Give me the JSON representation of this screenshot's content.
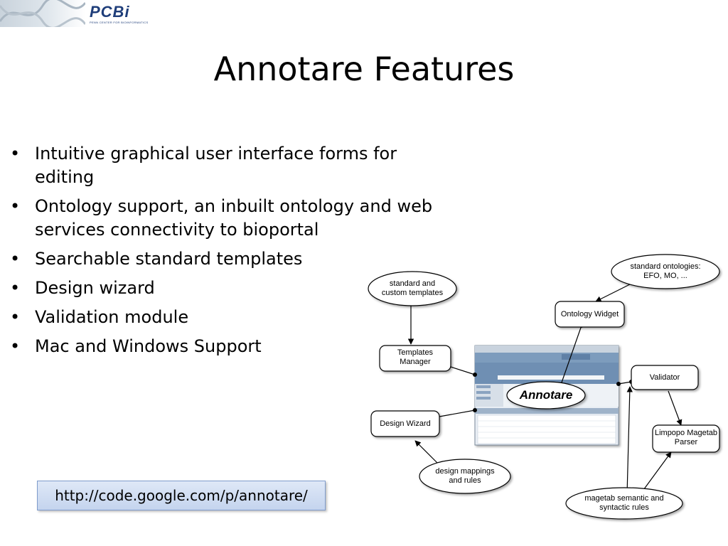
{
  "header": {
    "logo": "PCBi",
    "logo_subtitle": "PENN CENTER FOR BIOINFORMATICS"
  },
  "slide": {
    "title": "Annotare Features",
    "bullets": [
      "Intuitive graphical user interface forms for editing",
      "Ontology support, an inbuilt ontology and web services connectivity to bioportal",
      "Searchable standard templates",
      "Design wizard",
      "Validation module",
      "Mac and Windows Support"
    ],
    "link": "http://code.google.com/p/annotare/"
  },
  "diagram": {
    "center": "Annotare",
    "nodes": {
      "standard_templates": "standard and custom templates",
      "templates_manager": "Templates Manager",
      "design_wizard": "Design Wizard",
      "design_mappings": "design mappings and rules",
      "standard_ontologies": "standard ontologies: EFO, MO, ...",
      "ontology_widget": "Ontology Widget",
      "validator": "Validator",
      "limpopo": "Limpopo Magetab Parser",
      "magetab_rules": "magetab semantic and syntactic rules"
    }
  },
  "colors": {
    "logo": "#1f3e7a",
    "link_box": "#c4d4ee",
    "screenshot_blue": "#6f8fb3"
  }
}
